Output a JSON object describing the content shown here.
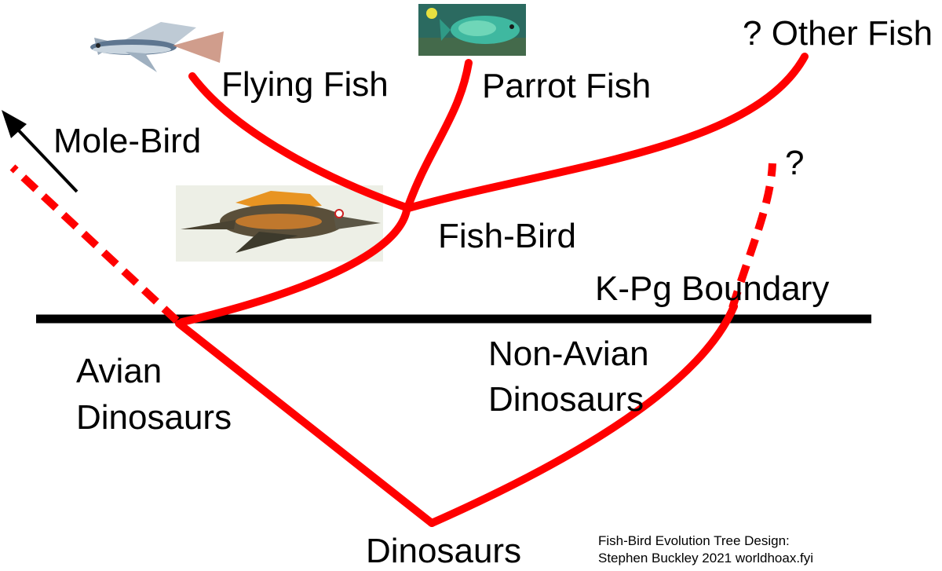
{
  "labels": {
    "flying_fish": "Flying Fish",
    "parrot_fish": "Parrot Fish",
    "other_fish": "? Other Fish",
    "mole_bird": "Mole-Bird",
    "unknown": "?",
    "fish_bird": "Fish-Bird",
    "kpg_boundary": "K-Pg  Boundary",
    "avian_line1": "Avian",
    "avian_line2": "Dinosaurs",
    "non_avian_line1": "Non-Avian",
    "non_avian_line2": "Dinosaurs",
    "dinosaurs": "Dinosaurs"
  },
  "credit": {
    "line1": "Fish-Bird Evolution Tree Design:",
    "line2": "Stephen Buckley 2021 worldhoax.fyi"
  },
  "colors": {
    "branch": "#ff0000",
    "boundary": "#000000",
    "arrow": "#000000"
  },
  "images": {
    "flying_fish": "flying-fish-illustration",
    "parrot_fish": "parrot-fish-photo",
    "fish_bird": "fish-bird-illustration"
  }
}
